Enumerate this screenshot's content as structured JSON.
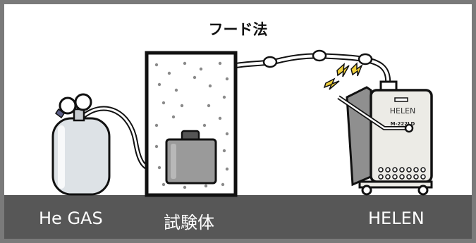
{
  "title": "フード法",
  "labels": {
    "he_gas": "He GAS",
    "specimen": "試験体",
    "helen": "HELEN"
  },
  "detector": {
    "logo": "HELEN",
    "model": "M-222LD"
  },
  "colors": {
    "frame": "#7a7a7a",
    "ground": "#575757",
    "tank": "#dde2e6",
    "specimen_body": "#9a9a9a",
    "machine": "#ecebe6",
    "spark": "#f0d03a"
  }
}
